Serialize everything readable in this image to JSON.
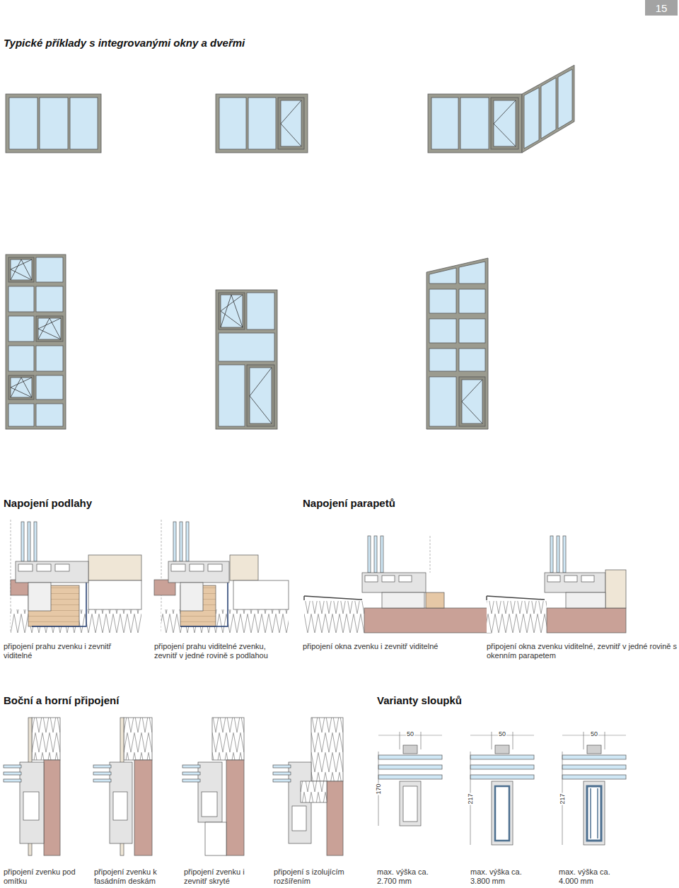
{
  "diagram": {
    "title": "Typické příklady s integrovanými okny a dveřmi",
    "nodes": [
      {
        "text": [
          "15"
        ]
      }
    ],
    "labels": [
      "Napojení podlahy",
      "Napojení parapetů",
      "připojení prahu zvenku i zevnitř viditelné",
      "připojení prahu viditelné zvenku, zevnitř v jedné rovině s podlahou",
      "připojení okna zvenku i zevnitř viditelné",
      "připojení okna zvenku viditelné, zevnitř v jedné rovině s okenním parapetem",
      "Boční a horní připojení",
      "Varianty sloupků",
      "50",
      "50",
      "50",
      "170",
      "217",
      "217",
      "připojení zvenku pod omítku",
      "připojení zvenku k fasádním deskám",
      "připojení zvenku i zevnitř skryté",
      "připojení s izolujícím rozšířením",
      "max. výška ca. 2.700 mm",
      "max. výška ca. 3.800 mm",
      "max. výška ca. 4.000 mm"
    ]
  }
}
